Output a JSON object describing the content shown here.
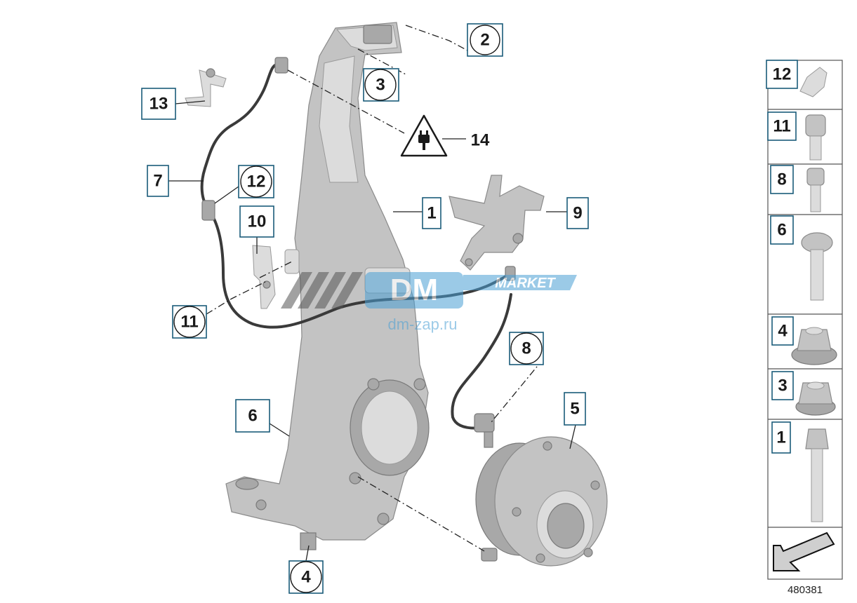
{
  "diagram_id": "480381",
  "watermark": {
    "logo": "DM",
    "word": "MARKET",
    "site": "dm-zap.ru"
  },
  "colors": {
    "callout_border": "#1a5c7a",
    "part_grey": "#c3c3c3",
    "watermark_blue": "#4a9fd4"
  },
  "callouts": [
    {
      "id": "c2",
      "label": "2",
      "shape": "box"
    },
    {
      "id": "c3",
      "label": "3",
      "shape": "circle"
    },
    {
      "id": "c13",
      "label": "13",
      "shape": "box"
    },
    {
      "id": "c14",
      "label": "14",
      "shape": "none"
    },
    {
      "id": "c7",
      "label": "7",
      "shape": "box"
    },
    {
      "id": "c12",
      "label": "12",
      "shape": "circle"
    },
    {
      "id": "c10",
      "label": "10",
      "shape": "box"
    },
    {
      "id": "c1",
      "label": "1",
      "shape": "box"
    },
    {
      "id": "c9",
      "label": "9",
      "shape": "box"
    },
    {
      "id": "c11",
      "label": "11",
      "shape": "circle"
    },
    {
      "id": "c8",
      "label": "8",
      "shape": "circle"
    },
    {
      "id": "c6",
      "label": "6",
      "shape": "box"
    },
    {
      "id": "c5",
      "label": "5",
      "shape": "box"
    },
    {
      "id": "c4",
      "label": "4",
      "shape": "circle"
    }
  ],
  "side_panel": [
    {
      "id": "p12",
      "label": "12",
      "icon": "clip-icon"
    },
    {
      "id": "p11",
      "label": "11",
      "icon": "socket-bolt-icon"
    },
    {
      "id": "p8",
      "label": "8",
      "icon": "socket-bolt-icon"
    },
    {
      "id": "p6",
      "label": "6",
      "icon": "torx-bolt-icon"
    },
    {
      "id": "p4",
      "label": "4",
      "icon": "flange-nut-icon"
    },
    {
      "id": "p3",
      "label": "3",
      "icon": "flange-nut-icon"
    },
    {
      "id": "p1",
      "label": "1",
      "icon": "hex-bolt-icon"
    }
  ],
  "warning_icon": "electrical-plug-warning-icon",
  "panel_footer_icon": "assembly-arrow-icon"
}
